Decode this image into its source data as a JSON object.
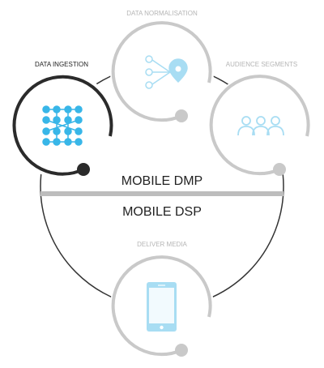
{
  "diagram": {
    "stages": {
      "ingestion": {
        "label": "DATA INGESTION",
        "state": "active"
      },
      "normalisation": {
        "label": "DATA NORMALISATION",
        "state": "inactive"
      },
      "segments": {
        "label": "AUDIENCE SEGMENTS",
        "state": "inactive"
      },
      "deliver": {
        "label": "DELIVER MEDIA",
        "state": "inactive"
      }
    },
    "divider": {
      "top_label": "MOBILE DMP",
      "bottom_label": "MOBILE DSP"
    },
    "colors": {
      "active": "#2b2b2b",
      "inactive": "#c9c9c9",
      "icon_active": "#38b6e8",
      "icon_inactive": "#a8ddf3",
      "label_active": "#222222",
      "label_inactive": "#b5b5b5"
    }
  }
}
